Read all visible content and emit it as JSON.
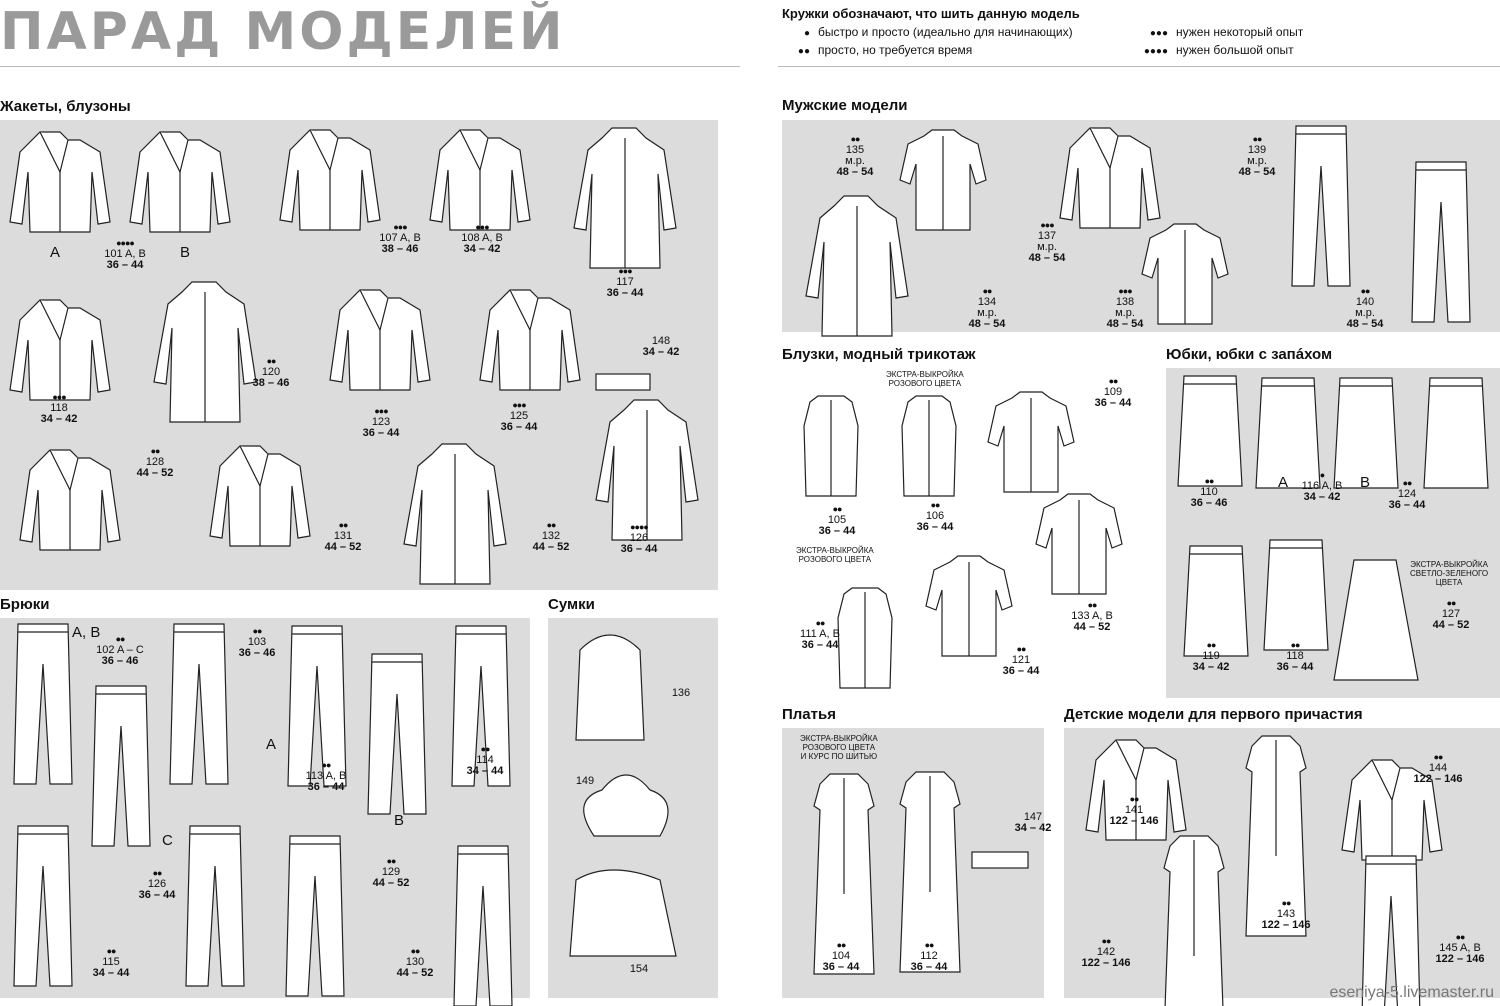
{
  "page_title": "ПАРАД МОДЕЛЕЙ",
  "legend": {
    "title": "Кружки обозначают, что шить данную модель",
    "rows": [
      {
        "dots": "●",
        "text": "быстро и просто (идеально для начинающих)"
      },
      {
        "dots": "●●",
        "text": "просто, но требуется время"
      },
      {
        "dots": "●●●",
        "text": "нужен некоторый опыт"
      },
      {
        "dots": "●●●●",
        "text": "нужен большой опыт"
      }
    ]
  },
  "sections": {
    "jackets": "Жакеты, блузоны",
    "trousers": "Брюки",
    "bags": "Сумки",
    "men": "Мужские модели",
    "blouses": "Блузки, модный трикотаж",
    "skirts": "Юбки, юбки с запáхом",
    "dresses": "Платья",
    "kids": "Детские модели для первого причастия"
  },
  "labels": {
    "A": "A",
    "B": "B",
    "C": "C",
    "AB": "A, B",
    "extra_pink": "ЭКСТРА-ВЫКРОЙКА\nРОЗОВОГО ЦВЕТА",
    "extra_pink_course": "ЭКСТРА-ВЫКРОЙКА\nРОЗОВОГО ЦВЕТА\nИ КУРС ПО ШИТЬЮ",
    "extra_green": "ЭКСТРА-ВЫКРОЙКА\nСВЕТЛО-ЗЕЛЕНОГО\nЦВЕТА"
  },
  "items": {
    "i101": {
      "dots": "●●●●",
      "num": "101 A, B",
      "range": "36 – 44"
    },
    "i107": {
      "dots": "●●●",
      "num": "107 A, B",
      "range": "38 – 46"
    },
    "i108": {
      "dots": "●●●",
      "num": "108 A, B",
      "range": "34 – 42"
    },
    "i117": {
      "dots": "●●●",
      "num": "117",
      "range": "36 – 44"
    },
    "i118": {
      "dots": "●●●",
      "num": "118",
      "range": "34 – 42"
    },
    "i120": {
      "dots": "●●",
      "num": "120",
      "range": "38 – 46"
    },
    "i123": {
      "dots": "●●●",
      "num": "123",
      "range": "36 – 44"
    },
    "i125": {
      "dots": "●●●",
      "num": "125",
      "range": "36 – 44"
    },
    "i148": {
      "dots": "",
      "num": "148",
      "range": "34 – 42"
    },
    "i128": {
      "dots": "●●",
      "num": "128",
      "range": "44 – 52"
    },
    "i131": {
      "dots": "●●",
      "num": "131",
      "range": "44 – 52"
    },
    "i132": {
      "dots": "●●",
      "num": "132",
      "range": "44 – 52"
    },
    "i126j": {
      "dots": "●●●●",
      "num": "126",
      "range": "36 – 44"
    },
    "i102": {
      "dots": "●●",
      "num": "102 A – C",
      "range": "36 – 46"
    },
    "i103": {
      "dots": "●●",
      "num": "103",
      "range": "36 – 46"
    },
    "i113": {
      "dots": "●●",
      "num": "113 A, B",
      "range": "36 – 44"
    },
    "i114": {
      "dots": "●●",
      "num": "114",
      "range": "34 – 44"
    },
    "i126t": {
      "dots": "●●",
      "num": "126",
      "range": "36 – 44"
    },
    "i129": {
      "dots": "●●",
      "num": "129",
      "range": "44 – 52"
    },
    "i115": {
      "dots": "●●",
      "num": "115",
      "range": "34 – 44"
    },
    "i130": {
      "dots": "●●",
      "num": "130",
      "range": "44 – 52"
    },
    "i136": {
      "num": "136"
    },
    "i149": {
      "num": "149"
    },
    "i154": {
      "num": "154"
    },
    "i135": {
      "dots": "●●",
      "num": "135",
      "sub": "м.р.",
      "range": "48 – 54"
    },
    "i137": {
      "dots": "●●●",
      "num": "137",
      "sub": "м.р.",
      "range": "48 – 54"
    },
    "i139": {
      "dots": "●●",
      "num": "139",
      "sub": "м.р.",
      "range": "48 – 54"
    },
    "i134": {
      "dots": "●●",
      "num": "134",
      "sub": "м.р.",
      "range": "48 – 54"
    },
    "i138": {
      "dots": "●●●",
      "num": "138",
      "sub": "м.р.",
      "range": "48 – 54"
    },
    "i140": {
      "dots": "●●",
      "num": "140",
      "sub": "м.р.",
      "range": "48 – 54"
    },
    "i109": {
      "dots": "●●",
      "num": "109",
      "range": "36 – 44"
    },
    "i105": {
      "dots": "●●",
      "num": "105",
      "range": "36 – 44"
    },
    "i106": {
      "dots": "●●",
      "num": "106",
      "range": "36 – 44"
    },
    "i133": {
      "dots": "●●",
      "num": "133 A, B",
      "range": "44 – 52"
    },
    "i111": {
      "dots": "●●",
      "num": "111 A, B",
      "range": "36 – 44"
    },
    "i121": {
      "dots": "●●",
      "num": "121",
      "range": "36 – 44"
    },
    "i110": {
      "dots": "●●",
      "num": "110",
      "range": "36 – 46"
    },
    "i116": {
      "dots": "●",
      "num": "116 A, B",
      "range": "34 – 42"
    },
    "i124": {
      "dots": "●●",
      "num": "124",
      "range": "36 – 44"
    },
    "i119": {
      "dots": "●●",
      "num": "119",
      "range": "34 – 42"
    },
    "i118s": {
      "dots": "●●",
      "num": "118",
      "range": "36 – 44"
    },
    "i127": {
      "dots": "●●",
      "num": "127",
      "range": "44 – 52"
    },
    "i104": {
      "dots": "●●",
      "num": "104",
      "range": "36 – 44"
    },
    "i112": {
      "dots": "●●",
      "num": "112",
      "range": "36 – 44"
    },
    "i147": {
      "dots": "",
      "num": "147",
      "range": "34 – 42"
    },
    "i141": {
      "dots": "●●",
      "num": "141",
      "range": "122 – 146"
    },
    "i144": {
      "dots": "●●",
      "num": "144",
      "range": "122 – 146"
    },
    "i143": {
      "dots": "●●",
      "num": "143",
      "range": "122 – 146"
    },
    "i142": {
      "dots": "●●",
      "num": "142",
      "range": "122 – 146"
    },
    "i145": {
      "dots": "●●",
      "num": "145 A, B",
      "range": "122 – 146"
    }
  },
  "watermark": "eseniya-5.livemaster.ru"
}
